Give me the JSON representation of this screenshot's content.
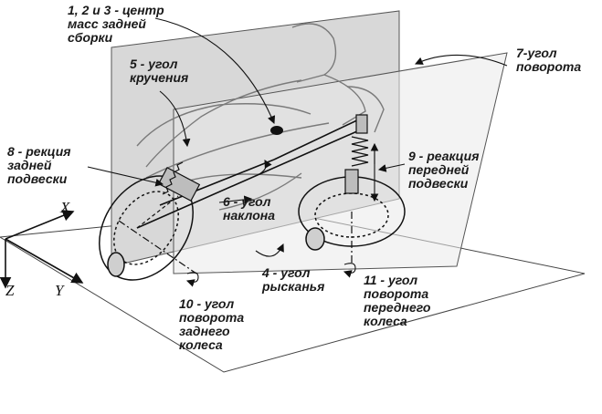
{
  "labels": {
    "l1": "1, 2 и 3 - центр\nмасс задней\nсборки",
    "l5": "5 - угол\nкручения",
    "l7": "7-угол\nповорота",
    "l8": "8 - рекция\nзадней\nподвески",
    "l9": "9 - реакция\nпередней\nподвески",
    "l6": "6 - угол\nнаклона",
    "l4": "4 - угол\nрысканья",
    "l10": "10 - угол\nповорота\nзаднего\nколеса",
    "l11": "11 - угол\nповорота\nпереднего\nколеса"
  },
  "axes": {
    "x": "X",
    "y": "Y",
    "z": "Z"
  },
  "colors": {
    "plane_fill": "#d9d9d9",
    "line": "#111111",
    "sketch": "#7a7a7a"
  }
}
